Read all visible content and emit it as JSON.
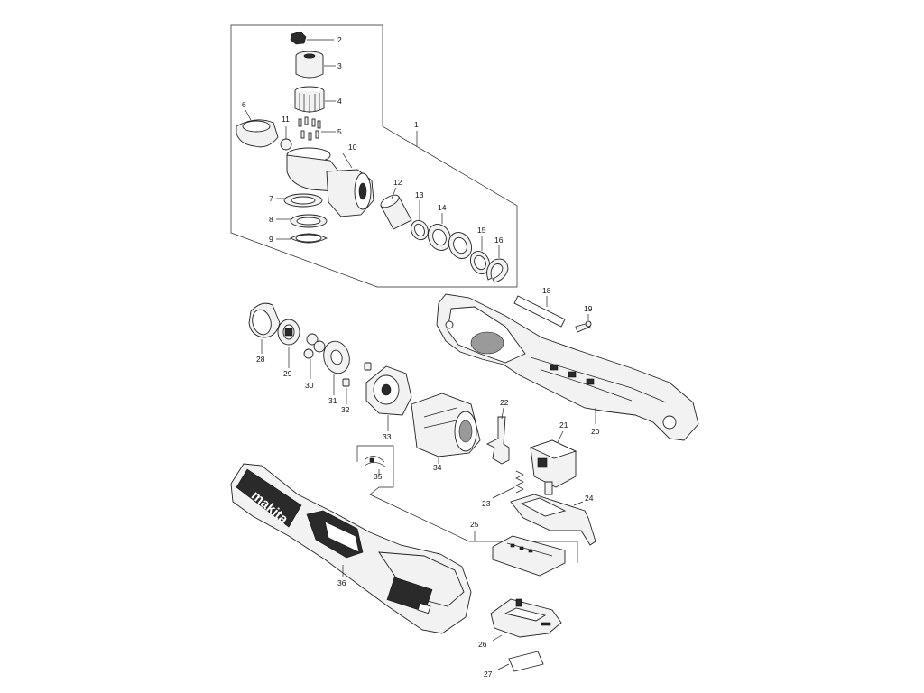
{
  "diagram": {
    "parts": [
      {
        "id": "p1",
        "number": "1"
      },
      {
        "id": "p2",
        "number": "2"
      },
      {
        "id": "p3",
        "number": "3"
      },
      {
        "id": "p4",
        "number": "4"
      },
      {
        "id": "p5",
        "number": "5"
      },
      {
        "id": "p6",
        "number": "6"
      },
      {
        "id": "p7",
        "number": "7"
      },
      {
        "id": "p8",
        "number": "8"
      },
      {
        "id": "p9",
        "number": "9"
      },
      {
        "id": "p10",
        "number": "10"
      },
      {
        "id": "p11",
        "number": "11"
      },
      {
        "id": "p12",
        "number": "12"
      },
      {
        "id": "p13",
        "number": "13"
      },
      {
        "id": "p14",
        "number": "14"
      },
      {
        "id": "p15",
        "number": "15"
      },
      {
        "id": "p16",
        "number": "16"
      },
      {
        "id": "p18",
        "number": "18"
      },
      {
        "id": "p19",
        "number": "19"
      },
      {
        "id": "p20",
        "number": "20"
      },
      {
        "id": "p21",
        "number": "21"
      },
      {
        "id": "p22",
        "number": "22"
      },
      {
        "id": "p23",
        "number": "23"
      },
      {
        "id": "p24",
        "number": "24"
      },
      {
        "id": "p25",
        "number": "25"
      },
      {
        "id": "p26",
        "number": "26"
      },
      {
        "id": "p27",
        "number": "27"
      },
      {
        "id": "p28",
        "number": "28"
      },
      {
        "id": "p29",
        "number": "29"
      },
      {
        "id": "p30",
        "number": "30"
      },
      {
        "id": "p31",
        "number": "31"
      },
      {
        "id": "p32",
        "number": "32"
      },
      {
        "id": "p33",
        "number": "33"
      },
      {
        "id": "p34",
        "number": "34"
      },
      {
        "id": "p35",
        "number": "35"
      },
      {
        "id": "p36",
        "number": "36"
      }
    ],
    "brand_mark": "makita"
  }
}
